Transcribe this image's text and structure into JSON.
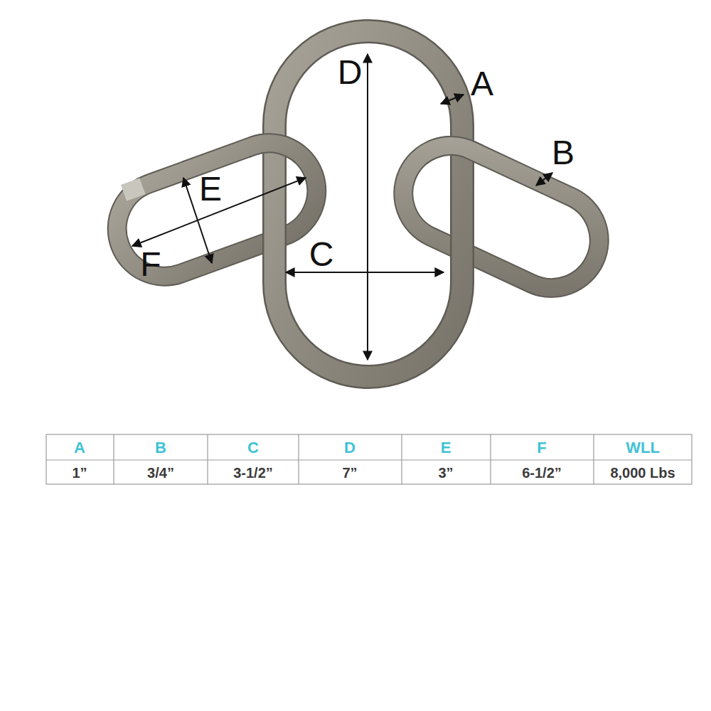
{
  "diagram": {
    "labels": [
      "D",
      "A",
      "B",
      "E",
      "C",
      "F",
      "A",
      "B",
      "C",
      "D",
      "E",
      "F",
      "WLL",
      "1”",
      "3/4”",
      "3-1/2”",
      "7”",
      "3”",
      "6-1/2”",
      "8,000 Lbs"
    ]
  }
}
